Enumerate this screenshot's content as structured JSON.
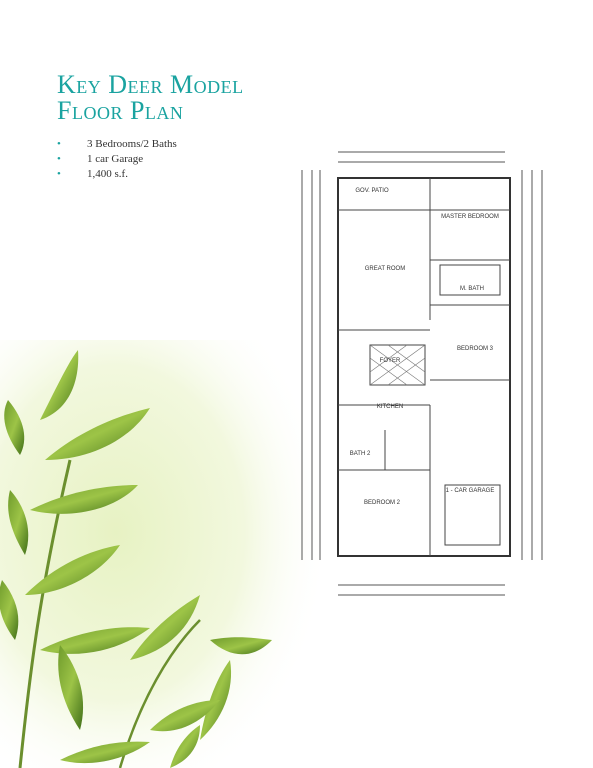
{
  "title_line1": "Key Deer Model",
  "title_line2": "Floor Plan",
  "features": [
    "3 Bedrooms/2 Baths",
    "1 car Garage",
    "1,400 s.f."
  ],
  "plan": {
    "rooms": {
      "patio": "GOV. PATIO",
      "master_bedroom": "MASTER BEDROOM",
      "great_room": "GREAT ROOM",
      "master_bath": "M. BATH",
      "bedroom_3": "BEDROOM 3",
      "foyer": "FOYER",
      "kitchen": "KITCHEN",
      "bath_2": "BATH 2",
      "bedroom_2": "BEDROOM 2",
      "garage": "1 - CAR GARAGE"
    },
    "colors": {
      "line": "#555555",
      "title": "#1aa3a0"
    }
  }
}
